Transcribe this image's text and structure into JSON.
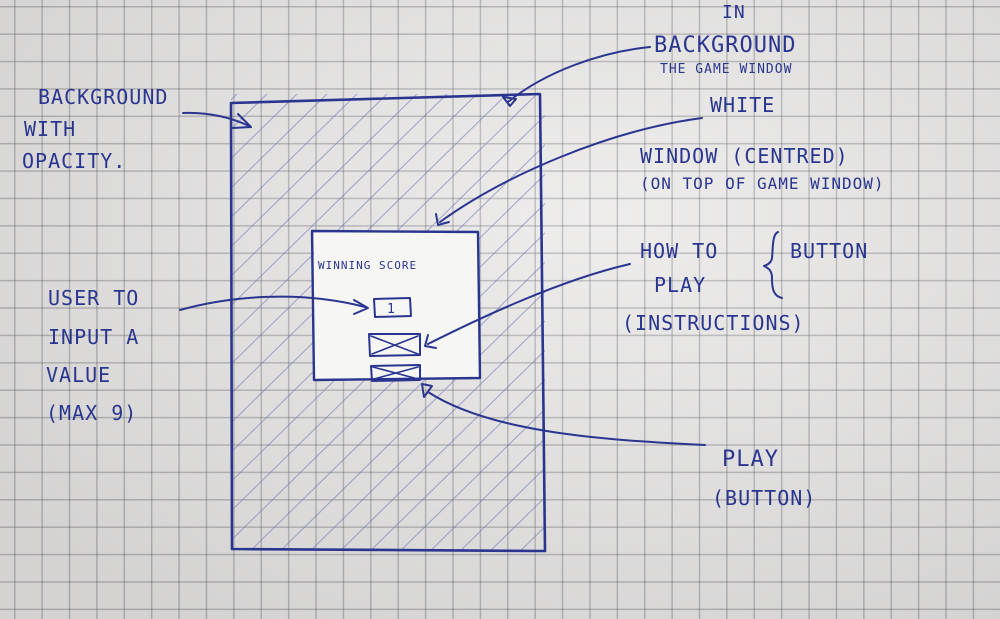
{
  "colors": {
    "ink": "#2a3590",
    "paper": "#ecebea",
    "grid": "#8a8a92"
  },
  "labels": {
    "background_line1": "BACKGROUND",
    "background_line2": "WITH",
    "background_line3": "OPACITY.",
    "in": "IN",
    "background_word": "BACKGROUND",
    "the_game_window": "THE GAME WINDOW",
    "white": "WHITE",
    "window_centred": "WINDOW (CENTRED)",
    "on_top_of_game_window": "(ON TOP OF GAME WINDOW)",
    "how_to": "HOW TO",
    "play": "PLAY",
    "button": "BUTTON",
    "instructions": "(INSTRUCTIONS)",
    "user_to": "USER TO",
    "input_a": "INPUT A",
    "value": "VALUE",
    "max9": "(MAX 9)",
    "play_button_line1": "PLAY",
    "play_button_line2": "(BUTTON)"
  },
  "dialog": {
    "title": "WINNING SCORE",
    "input_value": "1",
    "placeholder_icon": "crossed-box-icon"
  }
}
